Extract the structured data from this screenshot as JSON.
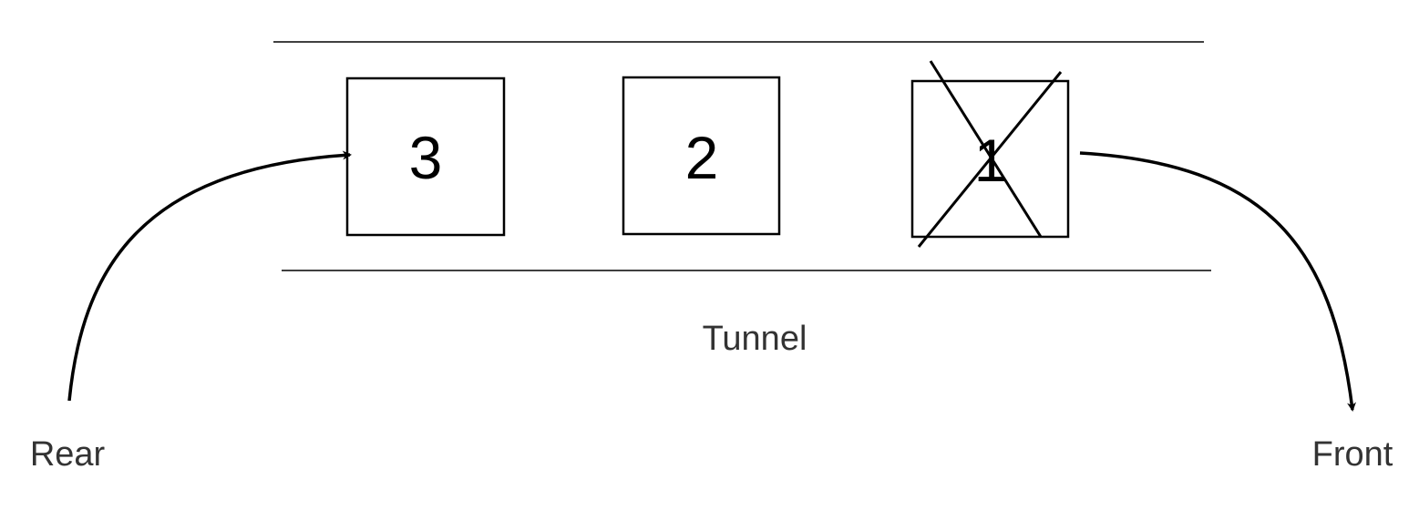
{
  "tunnel": {
    "label": "Tunnel"
  },
  "queue": [
    {
      "value": "3",
      "removed": false
    },
    {
      "value": "2",
      "removed": false
    },
    {
      "value": "1",
      "removed": true
    }
  ],
  "ends": {
    "rear_label": "Rear",
    "front_label": "Front"
  },
  "colors": {
    "stroke": "#000000",
    "caption_text": "#333333",
    "background": "#ffffff"
  }
}
